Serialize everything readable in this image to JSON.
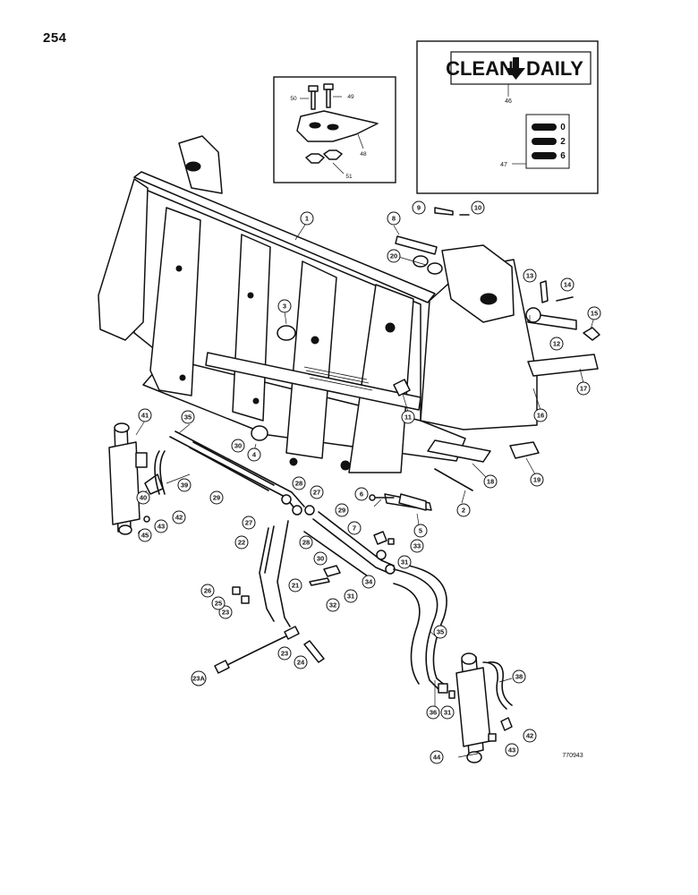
{
  "page_number": "254",
  "drawing_number": "770943",
  "decal": {
    "text_left": "CLEAN",
    "text_right": "DAILY",
    "label_ref": "46",
    "gauge_ref": "47",
    "gauge_values": [
      "0",
      "2",
      "6"
    ]
  },
  "inset_callouts": [
    "50",
    "49",
    "48",
    "51"
  ],
  "callouts": [
    "1",
    "2",
    "3",
    "4",
    "5",
    "6",
    "7",
    "8",
    "9",
    "10",
    "11",
    "12",
    "13",
    "14",
    "15",
    "16",
    "17",
    "18",
    "19",
    "20",
    "21",
    "22",
    "23",
    "23",
    "23A",
    "24",
    "25",
    "26",
    "27",
    "27",
    "28",
    "28",
    "29",
    "29",
    "30",
    "30",
    "31",
    "31",
    "31",
    "32",
    "33",
    "34",
    "35",
    "35",
    "36",
    "38",
    "39",
    "40",
    "41",
    "42",
    "42",
    "43",
    "43",
    "44",
    "45"
  ]
}
